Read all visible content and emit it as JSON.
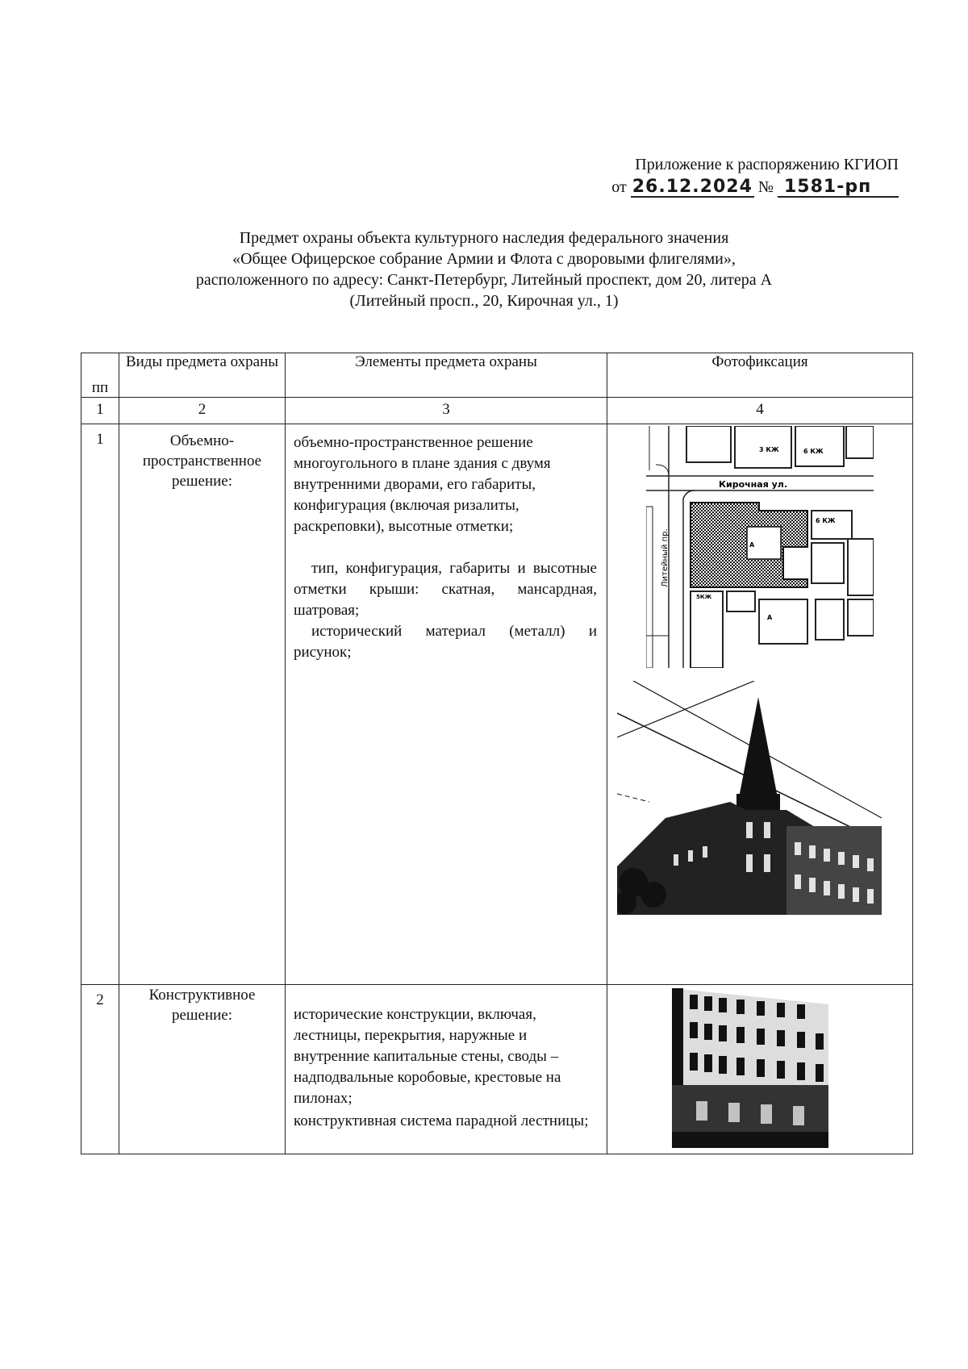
{
  "header": {
    "line1": "Приложение к распоряжению КГИОП",
    "date_prefix": "от",
    "date": "26.12.2024",
    "number_sign": "№",
    "number": "1581-рп"
  },
  "title": {
    "line1": "Предмет охраны объекта культурного наследия федерального значения",
    "line2": "«Общее Офицерское собрание Армии и Флота с дворовыми флигелями»,",
    "line3": "расположенного по адресу: Санкт-Петербург, Литейный проспект, дом 20, литера А",
    "line4": "(Литейный просп., 20, Кирочная ул., 1)"
  },
  "table": {
    "headers": {
      "col1": "пп",
      "col2": "Виды предмета охраны",
      "col3": "Элементы предмета охраны",
      "col4": "Фотофиксация"
    },
    "col_numbers": [
      "1",
      "2",
      "3",
      "4"
    ],
    "rows": [
      {
        "num": "1",
        "type": "Объемно-пространственное решение:",
        "elements": [
          "объемно-пространственное решение многоугольного в плане здания с двумя внутренними дворами, его габариты, конфигурация (включая ризалиты, раскреповки), высотные отметки;",
          "тип, конфигурация, габариты и высотные отметки крыши: скатная, мансардная, шатровая;",
          "исторический материал (металл) и рисунок;"
        ],
        "map_labels": {
          "street_top": "Кирочная ул.",
          "street_left": "Литейный пр."
        }
      },
      {
        "num": "2",
        "type": "Конструктивное решение:",
        "elements": [
          "исторические конструкции, включая, лестницы, перекрытия, наружные и внутренние капитальные стены, своды – надподвальные коробовые, крестовые на пилонах;",
          "конструктивная система парадной лестницы;"
        ]
      }
    ]
  }
}
